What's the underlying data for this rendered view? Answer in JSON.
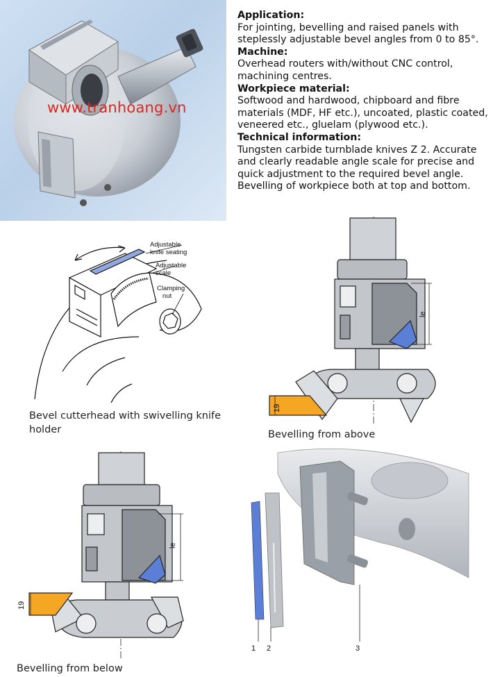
{
  "watermark": "www.tranhoang.vn",
  "spec": {
    "application_heading": "Application:",
    "application_text": "For jointing, bevelling and raised panels with steplessly adjustable bevel angles from 0 to 85°.",
    "machine_heading": "Machine:",
    "machine_text": "Overhead routers with/without CNC control, machining centres.",
    "workpiece_heading": "Workpiece material:",
    "workpiece_text": "Softwood and hardwood, chipboard and fibre materials (MDF, HF etc.), uncoated, plastic coated, veneered etc., gluelam (plywood etc.).",
    "technical_heading": "Technical information:",
    "technical_text": "Tungsten carbide turnblade knives Z 2. Accurate and clearly readable angle scale for precise and quick adjustment to the required bevel angle. Bevelling of workpiece both at top and bottom."
  },
  "diagram1": {
    "label_knife_seating": "Adjustable knife seating",
    "label_knife_seating_l1": "Adjustable",
    "label_knife_seating_l2": "knife seating",
    "label_scale_l1": "Adjustable",
    "label_scale_l2": "scale",
    "label_nut_l1": "Clamping",
    "label_nut_l2": "nut",
    "caption": "Bevel cutterhead with swivelling knife holder"
  },
  "diagram2": {
    "dim_le": "le",
    "dim_19": "19",
    "caption": "Bevelling from above"
  },
  "diagram3": {
    "dim_le": "le",
    "dim_19": "19",
    "caption": "Bevelling from below"
  },
  "diagram4": {
    "part_labels": [
      "1",
      "2",
      "3"
    ]
  },
  "colors": {
    "watermark": "#e0271f",
    "workpiece_orange": "#f5a623",
    "knife_blue": "#5b7fd6"
  }
}
